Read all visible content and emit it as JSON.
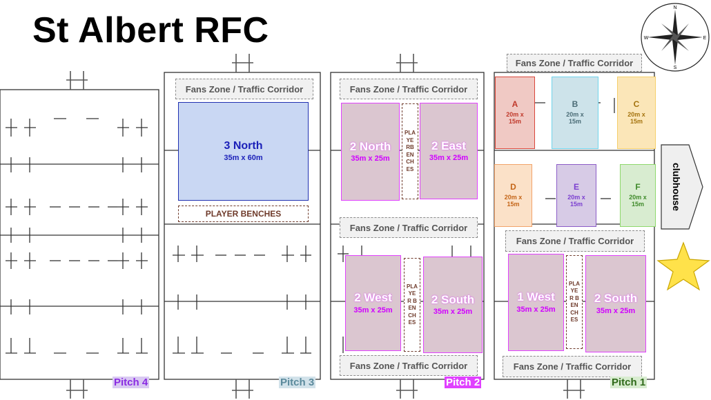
{
  "title": "St Albert RFC",
  "fans_label": "Fans Zone / Traffic Corridor",
  "benches": {
    "horizontal": "PLAYER BENCHES",
    "vertical_short": "PLAYERBENCHES",
    "vertical_long": "PLAYER BENCHES"
  },
  "pitch_labels": {
    "p4": "Pitch 4",
    "p3": "Pitch 3",
    "p2": "Pitch 2",
    "p1": "Pitch 1"
  },
  "zones": {
    "north3": {
      "name": "3 North",
      "dims": "35m x 60m"
    },
    "north2": {
      "name": "2 North",
      "dims": "35m x 25m"
    },
    "east2": {
      "name": "2 East",
      "dims": "35m x 25m"
    },
    "west2": {
      "name": "2 West",
      "dims": "35m x 25m"
    },
    "south2": {
      "name": "2 South",
      "dims": "35m x 25m"
    },
    "west1": {
      "name": "1 West",
      "dims": "35m x 25m"
    },
    "south1": {
      "name": "2 South",
      "dims": "35m x 25m"
    }
  },
  "small_zones": [
    {
      "name": "A",
      "dims": "20m x 15m"
    },
    {
      "name": "B",
      "dims": "20m x 15m"
    },
    {
      "name": "C",
      "dims": "20m x 15m"
    },
    {
      "name": "D",
      "dims": "20m x 15m"
    },
    {
      "name": "E",
      "dims": "20m x 15m"
    },
    {
      "name": "F",
      "dims": "20m x 15m"
    }
  ],
  "clubhouse": "clubhouse",
  "compass": {
    "n": "N",
    "s": "S",
    "e": "E",
    "w": "W"
  },
  "colors": {
    "pitch_zone_fill": "#dbc6d0",
    "pitch_zone_border": "#e040ff",
    "north3_fill": "#c9d7f3",
    "north3_border": "#1f2fb0",
    "star": "#ffe24a"
  }
}
